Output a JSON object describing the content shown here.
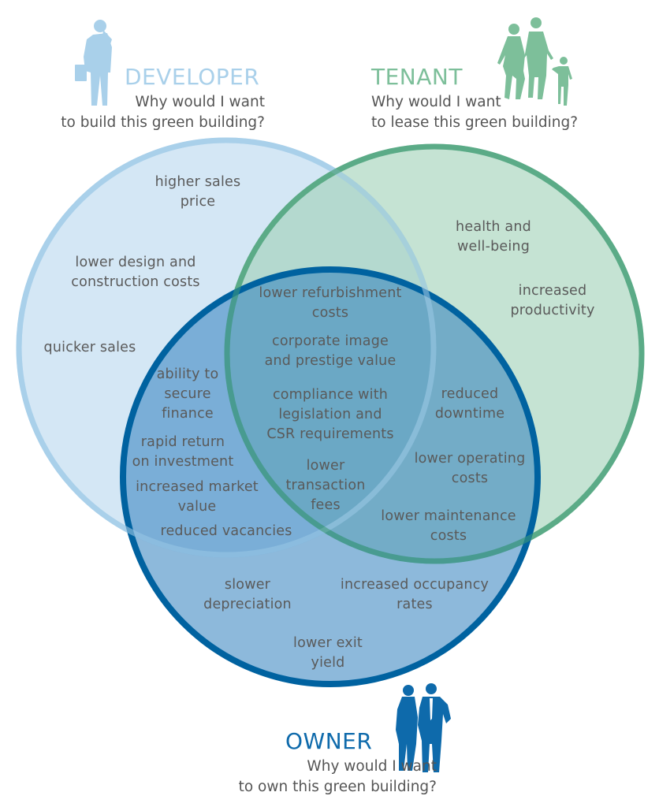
{
  "colors": {
    "developer_fill": "#d4e7f5",
    "developer_stroke": "#a9d0ea",
    "tenant_fill": "#c3e0d2",
    "tenant_stroke": "#7dbf9a",
    "owner_fill": "#3a82bf",
    "owner_stroke": "#0062a0",
    "text": "#5a5a5a"
  },
  "roles": {
    "developer": {
      "title": "DEVELOPER",
      "question": "Why would I want\nto build this green building?",
      "icon": "businessman-with-briefcase-icon"
    },
    "tenant": {
      "title": "TENANT",
      "question": "Why would I want\nto lease this green building?",
      "icon": "family-walking-icon"
    },
    "owner": {
      "title": "OWNER",
      "question": "Why would I want\nto own this green building?",
      "icon": "business-couple-icon"
    }
  },
  "regions": {
    "developer_only": [
      "higher sales\nprice",
      "lower design and\nconstruction costs",
      "quicker sales"
    ],
    "tenant_only": [
      "health and\nwell-being",
      "increased\nproductivity"
    ],
    "owner_only": [
      "slower\ndepreciation",
      "increased occupancy\nrates",
      "lower exit\nyield"
    ],
    "developer_owner": [
      "ability to\nsecure\nfinance",
      "rapid return\non investment",
      "increased market\nvalue",
      "reduced vacancies"
    ],
    "tenant_owner": [
      "reduced\ndowntime",
      "lower operating\ncosts",
      "lower maintenance\ncosts"
    ],
    "all_three": [
      "lower refurbishment\ncosts",
      "corporate image\nand prestige value",
      "compliance with\nlegislation and\nCSR requirements",
      "lower\ntransaction\nfees"
    ]
  }
}
